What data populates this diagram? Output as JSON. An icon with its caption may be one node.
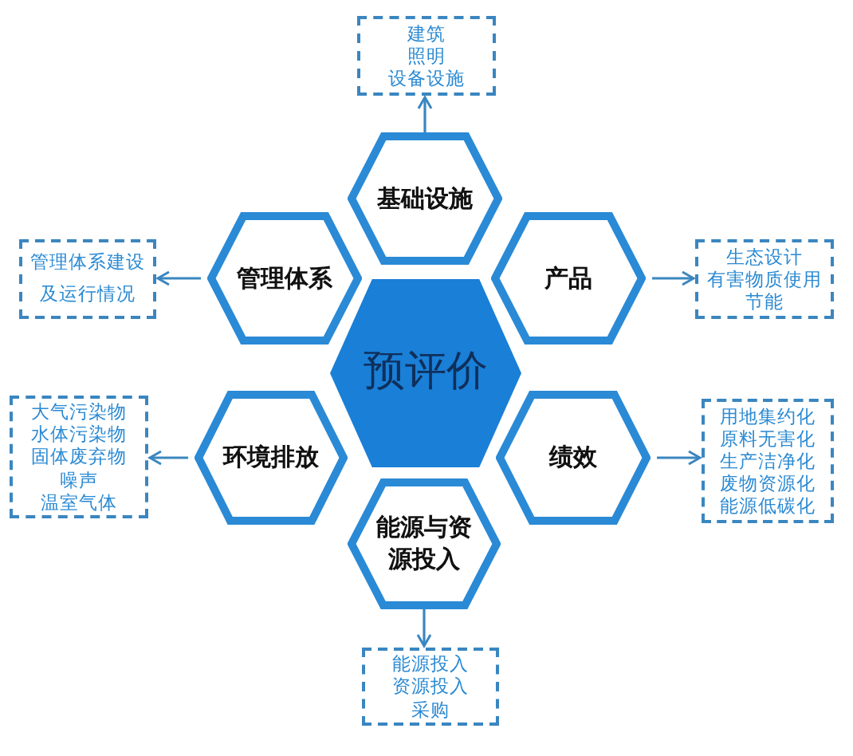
{
  "diagram": {
    "nodes": [
      {
        "text": [
          "预评价"
        ]
      },
      {
        "text": [
          "基础设施"
        ]
      },
      {
        "text": [
          "管理体系"
        ]
      },
      {
        "text": [
          "产品"
        ]
      },
      {
        "text": [
          "环境排放"
        ]
      },
      {
        "text": [
          "绩效"
        ]
      },
      {
        "text": [
          "能源与资源投入"
        ]
      },
      {
        "text": [
          "建筑",
          "照明",
          "设备设施"
        ]
      },
      {
        "text": [
          "管理体系建设及运行情况"
        ]
      },
      {
        "text": [
          "生态设计",
          "有害物质使用",
          "节能"
        ]
      },
      {
        "text": [
          "大气污染物",
          "水体污染物",
          "固体废弃物",
          "噪声",
          "温室气体"
        ]
      },
      {
        "text": [
          "用地集约化",
          "原料无害化",
          "生产洁净化",
          "废物资源化",
          "能源低碳化"
        ]
      },
      {
        "text": [
          "能源投入",
          "资源投入",
          "采购"
        ]
      }
    ],
    "edges": [
      {
        "from": 1,
        "to": 7,
        "arrow": "to"
      },
      {
        "from": 2,
        "to": 8,
        "arrow": "to"
      },
      {
        "from": 3,
        "to": 9,
        "arrow": "to"
      },
      {
        "from": 4,
        "to": 10,
        "arrow": "to"
      },
      {
        "from": 5,
        "to": 11,
        "arrow": "to"
      },
      {
        "from": 6,
        "to": 12,
        "arrow": "to"
      }
    ]
  }
}
